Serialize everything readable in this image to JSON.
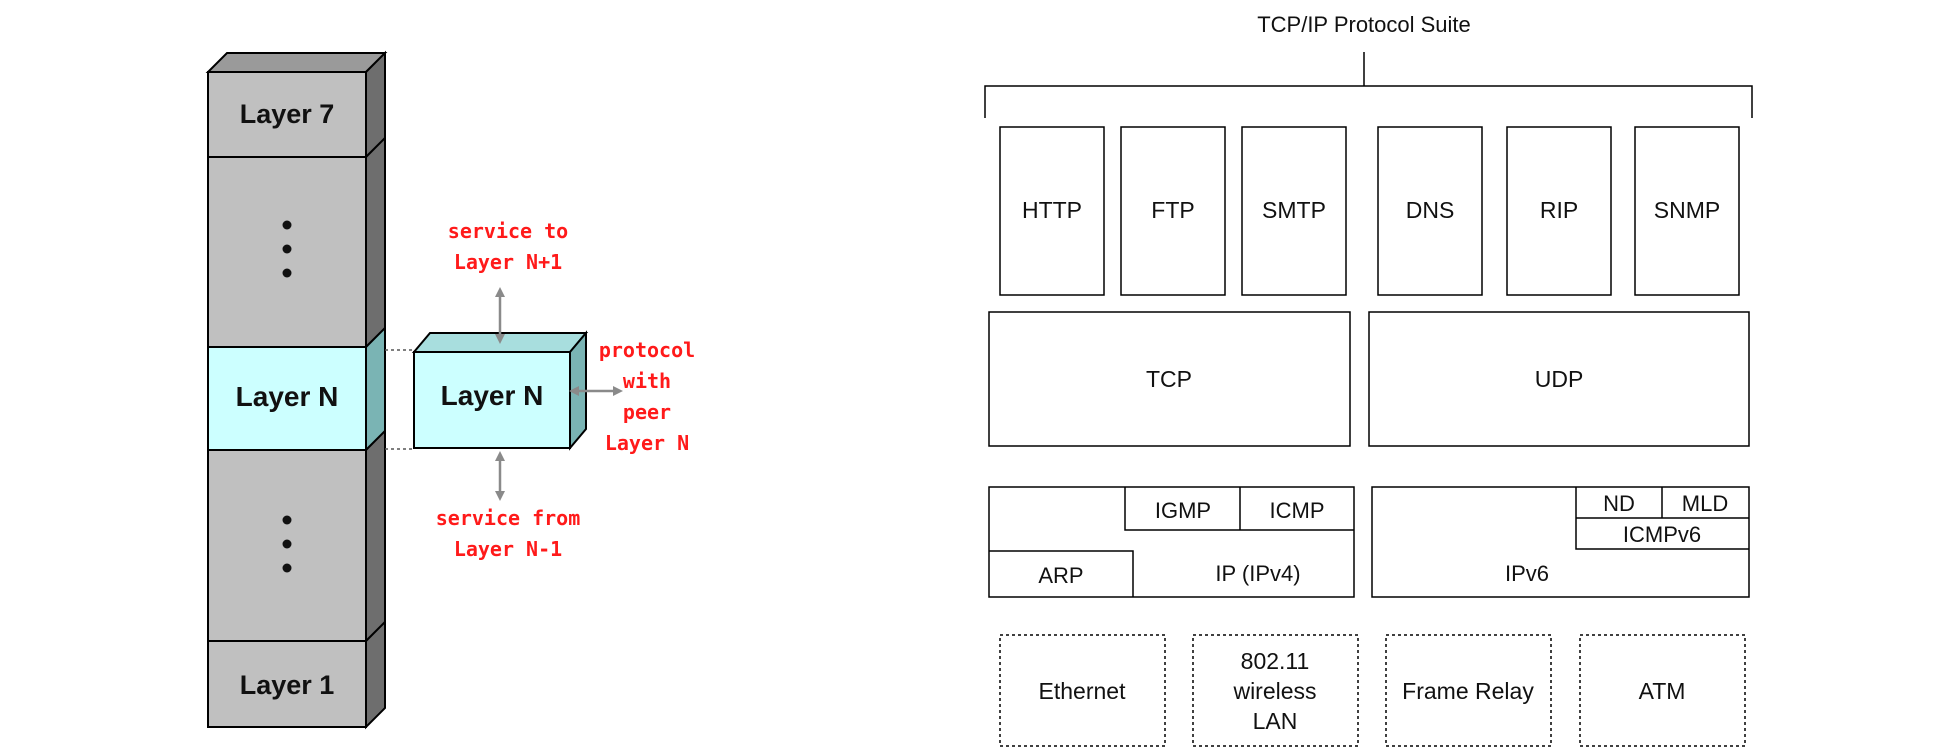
{
  "osi": {
    "layers": {
      "top": "Layer 7",
      "dots_upper": "⋮",
      "middle": "Layer N",
      "dots_lower": "⋮",
      "bottom": "Layer 1"
    },
    "detached_layer": "Layer N",
    "annotations": {
      "service_to": [
        "service to",
        "Layer N+1"
      ],
      "protocol_peer": [
        "protocol",
        "with",
        "peer",
        "Layer N"
      ],
      "service_from": [
        "service from",
        "Layer N-1"
      ]
    }
  },
  "tcpip": {
    "title": "TCP/IP Protocol Suite",
    "application": [
      "HTTP",
      "FTP",
      "SMTP",
      "DNS",
      "RIP",
      "SNMP"
    ],
    "transport": [
      "TCP",
      "UDP"
    ],
    "ipv4_box": {
      "igmp": "IGMP",
      "icmp": "ICMP",
      "arp": "ARP",
      "ip": "IP (IPv4)"
    },
    "ipv6_box": {
      "nd": "ND",
      "mld": "MLD",
      "icmpv6": "ICMPv6",
      "ipv6": "IPv6"
    },
    "link": [
      [
        "Ethernet"
      ],
      [
        "802.11",
        "wireless",
        "LAN"
      ],
      [
        "Frame Relay"
      ],
      [
        "ATM"
      ]
    ]
  },
  "colors": {
    "gray_face": "#c0c0c0",
    "gray_top": "#9a9a9a",
    "gray_side": "#6e6e6e",
    "cyan_face": "#ccffff",
    "cyan_top": "#a8dede",
    "cyan_side": "#7ab4b4",
    "annotation_red": "#ff1a1a",
    "arrow_gray": "#8a8a8a"
  }
}
